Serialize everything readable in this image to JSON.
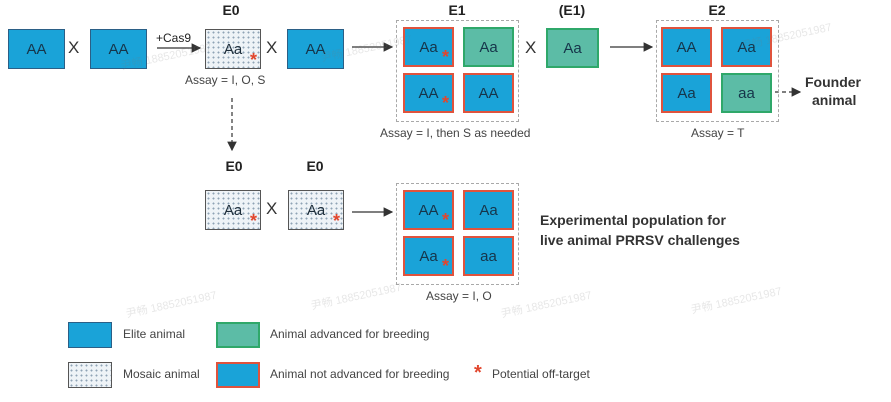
{
  "cross_symbol": "X",
  "cas9_label": "+Cas9",
  "stage_labels": {
    "e0": "E0",
    "e1": "E1",
    "e1p": "(E1)",
    "e2": "E2"
  },
  "genotypes": {
    "AA": "AA",
    "Aa": "Aa",
    "aa": "aa"
  },
  "assay_labels": {
    "e0": "Assay = I, O, S",
    "e1": "Assay = I, then S as needed",
    "e2": "Assay = T",
    "bottom": "Assay = I, O"
  },
  "founder_label": {
    "line1": "Founder",
    "line2": "animal"
  },
  "experimental_label": {
    "line1": "Experimental population for",
    "line2": "live animal PRRSV challenges"
  },
  "legend": {
    "elite": "Elite animal",
    "mosaic": "Mosaic animal",
    "advanced": "Animal advanced for breeding",
    "not_advanced": "Animal not advanced for breeding",
    "off_target": "Potential off-target",
    "star_symbol": "*"
  },
  "watermark": "尹畅 18852051987",
  "colors": {
    "elite_fill": "#1aa3d8",
    "advanced_fill": "#5cbca6",
    "advanced_border": "#2fa86a",
    "not_advanced_border": "#e0533d",
    "off_target_star": "#e2462d"
  }
}
